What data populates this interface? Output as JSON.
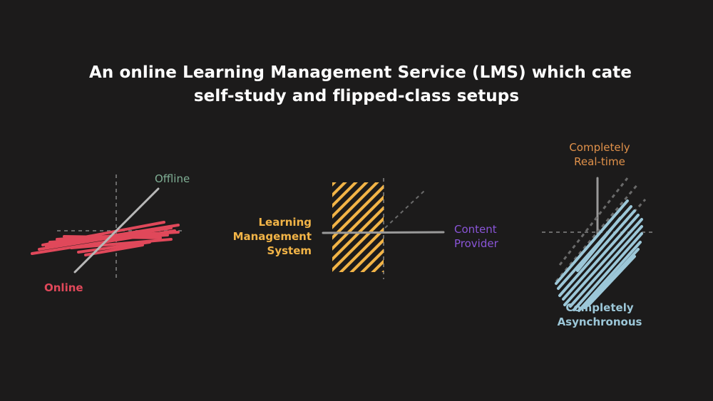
{
  "title": {
    "line1": "An online Learning Management Service (LMS) which cate",
    "line2": "self-study and flipped-class setups"
  },
  "diagram_online_offline": {
    "label_offline": "Offline",
    "label_online": "Online",
    "color_offline": "#7fae94",
    "color_online": "#e0485a"
  },
  "diagram_lms_content": {
    "label_lms": "Learning\nManagement\nSystem",
    "label_content": "Content\nProvider",
    "color_lms": "#f2b447",
    "color_content": "#8a55d8"
  },
  "diagram_realtime_async": {
    "label_realtime": "Completely\nReal-time",
    "label_async": "Completely\nAsynchronous",
    "color_realtime": "#e0914a",
    "color_async": "#9cc7d8"
  }
}
